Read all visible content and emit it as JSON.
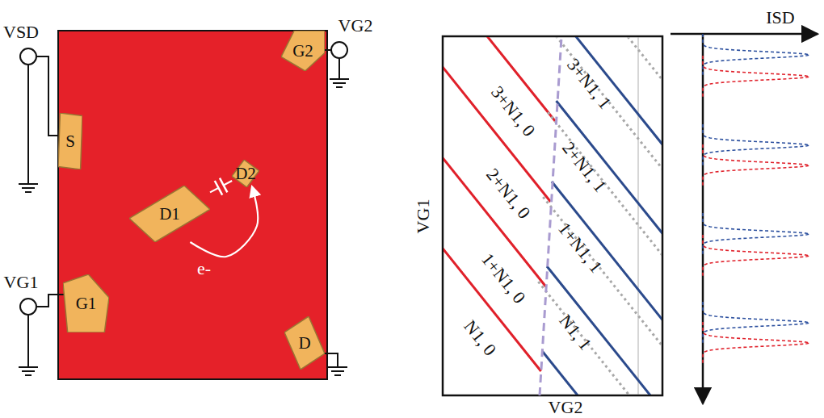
{
  "diagram": {
    "nodes": [
      {
        "text": [
          "S"
        ]
      },
      {
        "text": [
          "G2"
        ]
      },
      {
        "text": [
          "D1"
        ]
      },
      {
        "text": [
          "D2"
        ]
      },
      {
        "text": [
          "G1"
        ]
      },
      {
        "text": [
          "D"
        ]
      }
    ],
    "edges": [
      {
        "from": 2,
        "to": 3,
        "arrow": "none"
      },
      {
        "from": 2,
        "to": 3,
        "arrow": "to",
        "label": "e-"
      }
    ],
    "labels": [
      "VSD",
      "VG2",
      "VG1",
      "3+N1, 0",
      "2+N1, 0",
      "1+N1, 0",
      "N1, 0",
      "3+N1, 1",
      "2+N1, 1",
      "1+N1, 1",
      "N1, 1",
      "VG1",
      "VG2",
      "ISD"
    ]
  }
}
